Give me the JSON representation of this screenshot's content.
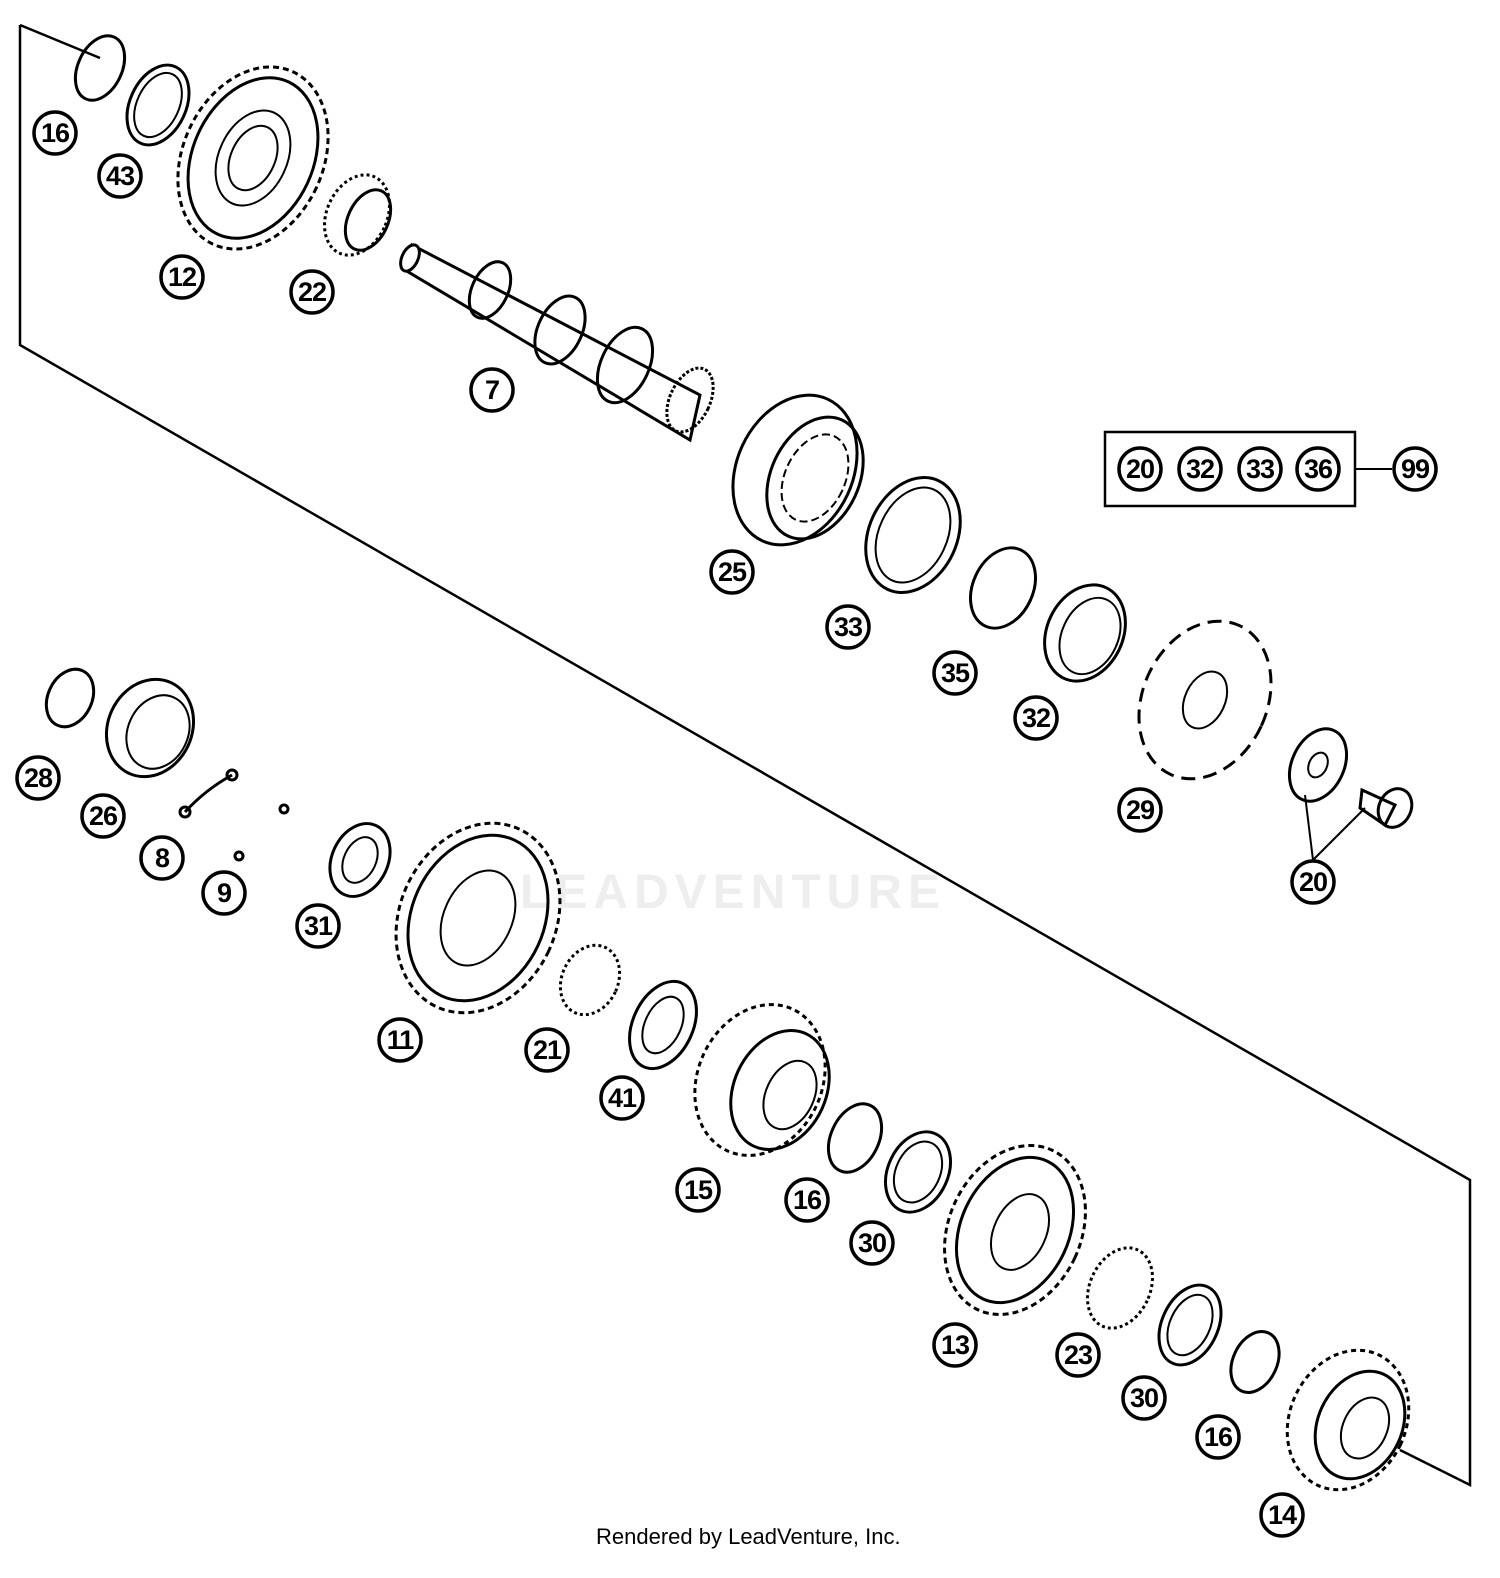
{
  "callouts": {
    "c16a": "16",
    "c43": "43",
    "c12": "12",
    "c22": "22",
    "c7": "7",
    "c25": "25",
    "c33": "33",
    "c35": "35",
    "c32": "32",
    "c29": "29",
    "c20": "20",
    "c28": "28",
    "c26": "26",
    "c8": "8",
    "c9": "9",
    "c31": "31",
    "c11": "11",
    "c21": "21",
    "c41": "41",
    "c15": "15",
    "c16b": "16",
    "c30a": "30",
    "c13": "13",
    "c23": "23",
    "c30b": "30",
    "c16c": "16",
    "c14": "14",
    "c99": "99"
  },
  "kit": {
    "k20": "20",
    "k32": "32",
    "k33": "33",
    "k36": "36"
  },
  "watermark": "LEADVENTURE",
  "credit": "Rendered by LeadVenture, Inc."
}
